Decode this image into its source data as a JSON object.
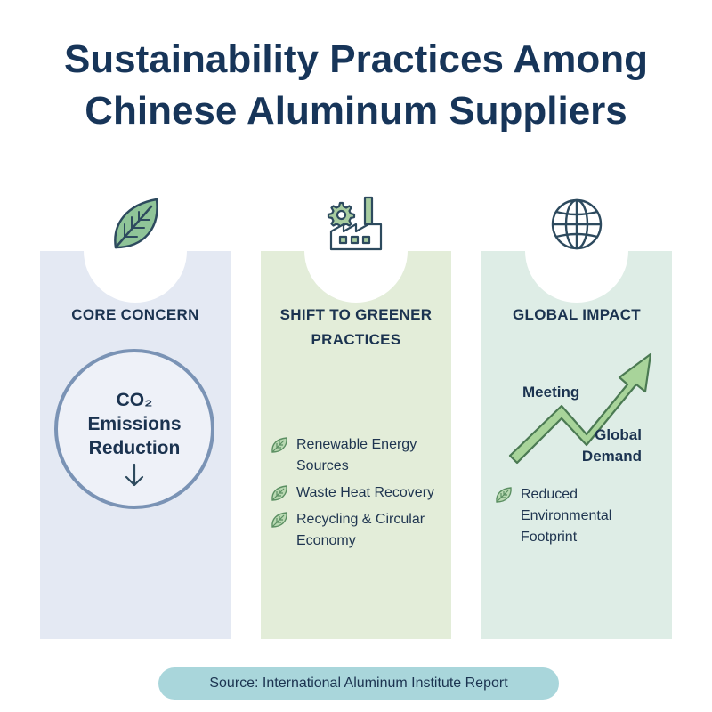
{
  "title": {
    "line1": "Sustainability Practices Among",
    "line2": "Chinese Aluminum Suppliers"
  },
  "panels": [
    {
      "icon": "leaf-icon",
      "heading": [
        "CORE CONCERN"
      ],
      "circle_text": [
        "CO₂",
        "Emissions",
        "Reduction"
      ],
      "arrow_icon": "arrow-down-icon"
    },
    {
      "icon": "factory-gear-icon",
      "heading": [
        "SHIFT TO GREENER",
        "PRACTICES"
      ],
      "bullets": [
        [
          "Renewable Energy",
          "Sources"
        ],
        [
          "Waste Heat Recovery"
        ],
        [
          "Recycling & Circular",
          "Economy"
        ]
      ]
    },
    {
      "icon": "globe-icon",
      "heading": [
        "GLOBAL IMPACT"
      ],
      "chart_labels": [
        "Meeting",
        "Global",
        "Demand"
      ],
      "bullet": [
        "Reduced",
        "Environmental",
        "Footprint"
      ]
    }
  ],
  "source": "Source: International Aluminum Institute Report",
  "colors": {
    "title": "#173559",
    "panel1_bg": "#e4e9f3",
    "panel2_bg": "#e3edd9",
    "panel3_bg": "#deede6",
    "leaf_green": "#7fb384",
    "source_pill": "#a9d6db"
  }
}
